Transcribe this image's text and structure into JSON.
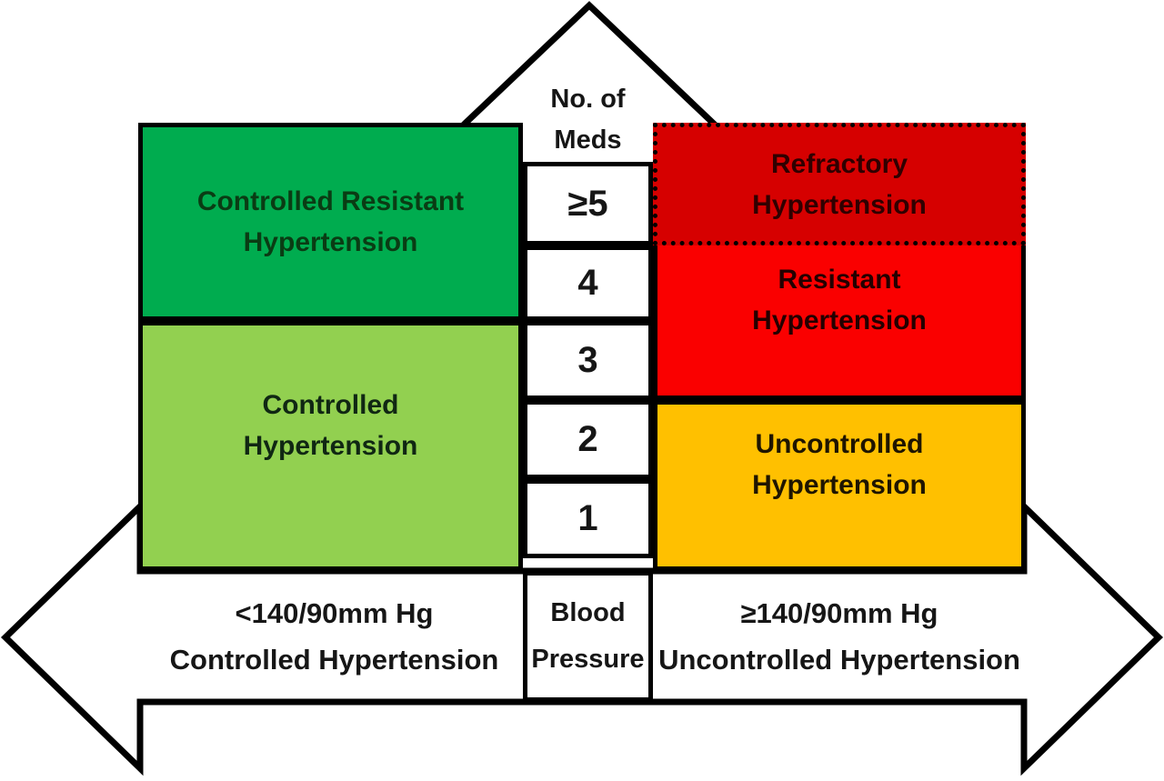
{
  "figure": {
    "background": "#FFFFFF",
    "line_color": "#000000",
    "boxes": [
      {
        "id": "controlled-resistant",
        "line1": "Controlled Resistant",
        "line2": "Hypertension",
        "bg": "#00AC4F",
        "fg": "#0A3C14"
      },
      {
        "id": "controlled",
        "line1": "Controlled",
        "line2": "Hypertension",
        "bg": "#92D050",
        "fg": "#102713"
      },
      {
        "id": "refractory",
        "line1": "Refractory",
        "line2": "Hypertension",
        "bg": "#D60000",
        "fg": "#300000"
      },
      {
        "id": "resistant",
        "line1": "Resistant",
        "line2": "Hypertension",
        "bg": "#FA0000",
        "fg": "#240000"
      },
      {
        "id": "uncontrolled",
        "line1": "Uncontrolled",
        "line2": "Hypertension",
        "bg": "#FFC000",
        "fg": "#1F1500"
      }
    ],
    "meds_axis": {
      "label_line1": "No. of",
      "label_line2": "Meds",
      "ticks": [
        "≥5",
        "4",
        "3",
        "2",
        "1"
      ]
    },
    "bp_axis": {
      "label_line1": "Blood",
      "label_line2": "Pressure",
      "left_line1": "<140/90mm Hg",
      "left_line2": "Controlled Hypertension",
      "right_line1": "≥140/90mm Hg",
      "right_line2": "Uncontrolled Hypertension"
    }
  }
}
